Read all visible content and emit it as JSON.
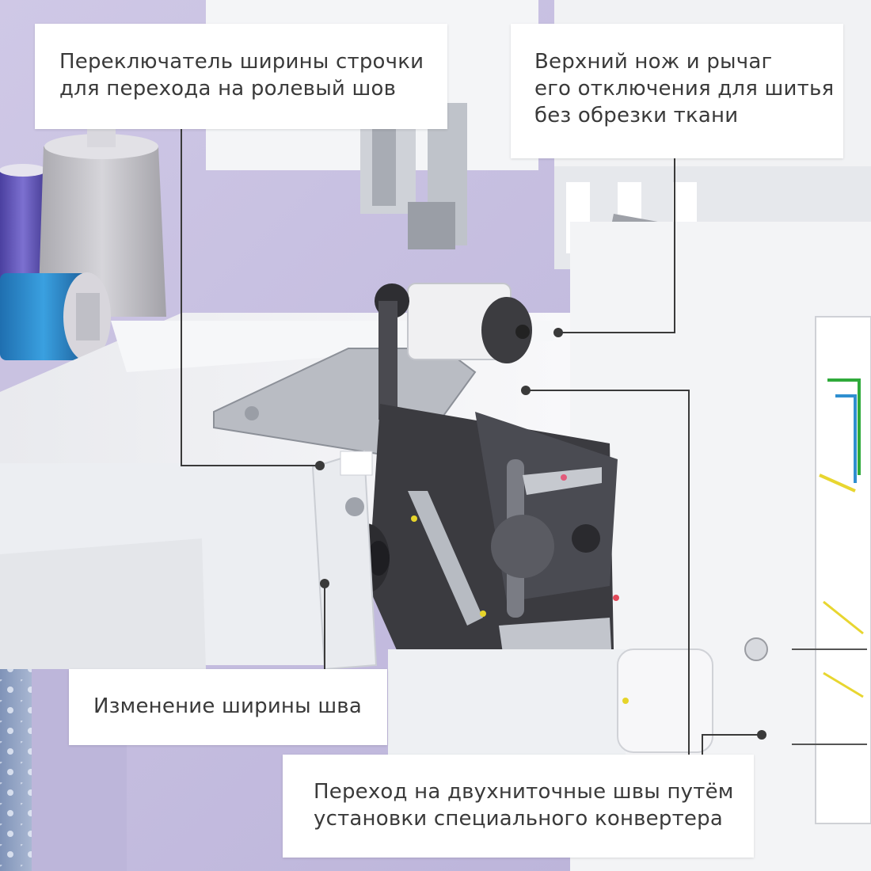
{
  "callouts": {
    "stitch_width_switch": {
      "lines": [
        "Переключатель ширины строчки",
        "для перехода на ролевый шов"
      ]
    },
    "upper_knife": {
      "lines": [
        "Верхний нож и рычаг",
        "его отключения для шитья",
        "без обрезки ткани"
      ]
    },
    "seam_width": {
      "lines": [
        "Изменение ширины шва"
      ]
    },
    "two_thread_converter": {
      "lines": [
        "Переход на двухниточные швы путём",
        "установки специального конвертера"
      ]
    }
  },
  "colors": {
    "background_lavender": "#d9d4ea",
    "machine_white": "#f2f3f5",
    "mechanism_dark": "#3b3b40",
    "callout_text": "#3a3a3a",
    "leader_line": "#3a3a3a",
    "thread_blue": "#2f8fd0",
    "thread_purple": "#6a5fc0",
    "thread_grey": "#c8c7cc"
  },
  "icons": [
    "sewing-machine-photo",
    "thread-spool",
    "dial-knob",
    "leader-dot"
  ]
}
